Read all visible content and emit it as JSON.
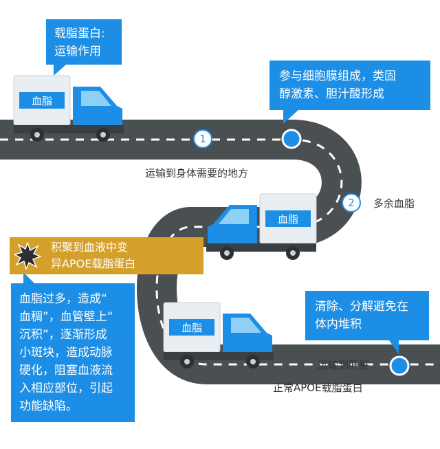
{
  "callouts": {
    "transport_role": [
      "载脂蛋白:",
      "运输作用"
    ],
    "membrane_formation": [
      "参与细胞膜组成，类固",
      "醇激素、胆汁酸形成"
    ],
    "clearance": [
      "清除、分解避免在",
      "体内堆积"
    ],
    "excess_consequence": [
      "血脂过多，造成“",
      "血稠”，血管壁上“",
      "沉积”，逐渐形成",
      "小斑块，造成动脉",
      "硬化，阻塞血液流",
      "入相应部位，引起",
      "功能缺陷。"
    ]
  },
  "road_labels": {
    "to_body": "运输到身体需要的地方",
    "excess_lipid": "多余血脂",
    "to_liver": "运输到肝脏",
    "normal_apoe": "正常APOE载脂蛋白"
  },
  "markers": {
    "one": "1",
    "two": "2"
  },
  "banner": [
    "积聚到血液中变",
    "异APOE载脂蛋白"
  ],
  "truck_cargo_label": "血脂",
  "colors": {
    "road": "#4a4f52",
    "road_edge": "#3b3f42",
    "lane_mark": "#ffffff",
    "callout": "#1d8ee5",
    "banner": "#d4a02a",
    "truck_cab": "#1d8ee5",
    "truck_cargo": "#e8eef2",
    "cargo_label_bg": "#1d8ee5"
  },
  "icons": [
    "lipid-truck-icon",
    "explosion-icon",
    "route-marker-icon"
  ]
}
